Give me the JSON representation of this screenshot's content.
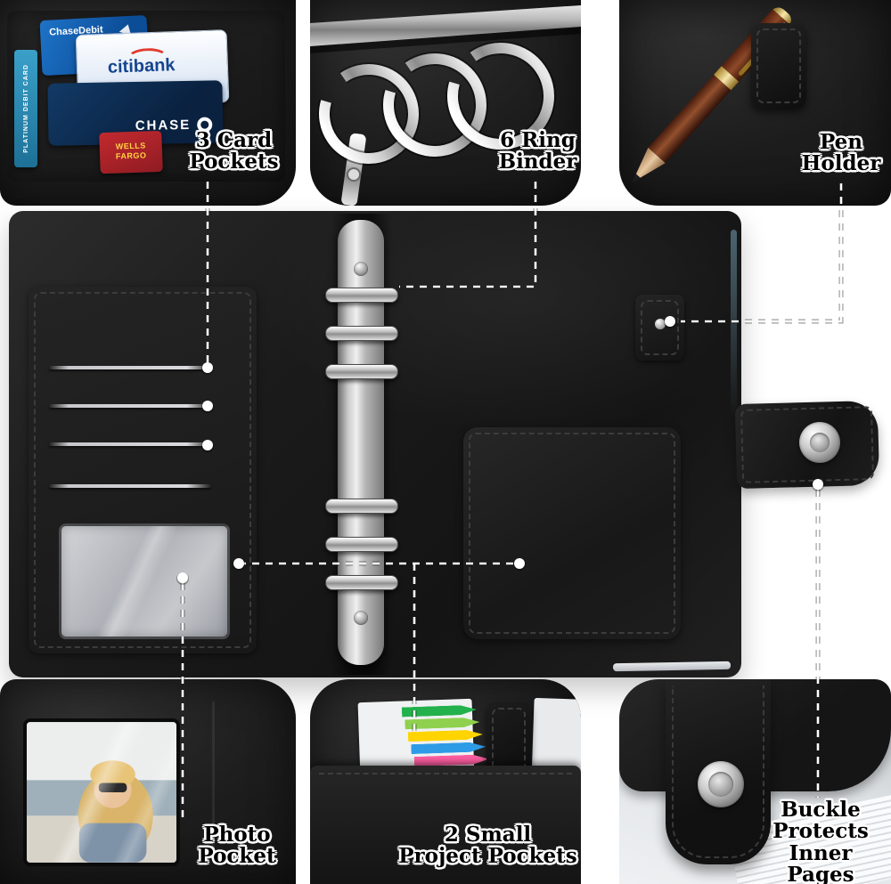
{
  "callouts": {
    "card_pockets": {
      "lines": [
        "3 Card",
        "Pockets"
      ]
    },
    "ring_binder": {
      "lines": [
        "6 Ring",
        "Binder"
      ]
    },
    "pen_holder": {
      "lines": [
        "Pen",
        "Holder"
      ]
    },
    "photo_pocket": {
      "lines": [
        "Photo",
        "Pocket"
      ]
    },
    "project_pockets": {
      "lines": [
        "2 Small",
        "Project Pockets"
      ]
    },
    "buckle": {
      "lines": [
        "Buckle",
        "Protects",
        "Inner Pages"
      ]
    }
  },
  "cards": {
    "platinum_edge": "PLATINUM DEBIT CARD",
    "chase_debit": "ChaseDebit",
    "citibank": "citibank",
    "chase": "CHASE",
    "wells_fargo_line1": "WELLS",
    "wells_fargo_line2": "FARGO"
  },
  "colors": {
    "leather_black": "#1a1a1a",
    "metal_silver": "#c9c9c9",
    "citibank_blue": "#15458f",
    "citibank_arc_red": "#e23a2e",
    "chase_card_navy": "#0a2140",
    "wells_fargo_red": "#b02128",
    "wells_fargo_gold": "#ffd23f",
    "tab_colors": [
      "#22b14c",
      "#8fd14f",
      "#ffd400",
      "#2e9be6",
      "#ff5fa2"
    ],
    "pen_wood": "#8f4a2a",
    "pen_gold": "#d8b24a",
    "callout_text": "#000000",
    "callout_halo": "#ffffff"
  }
}
